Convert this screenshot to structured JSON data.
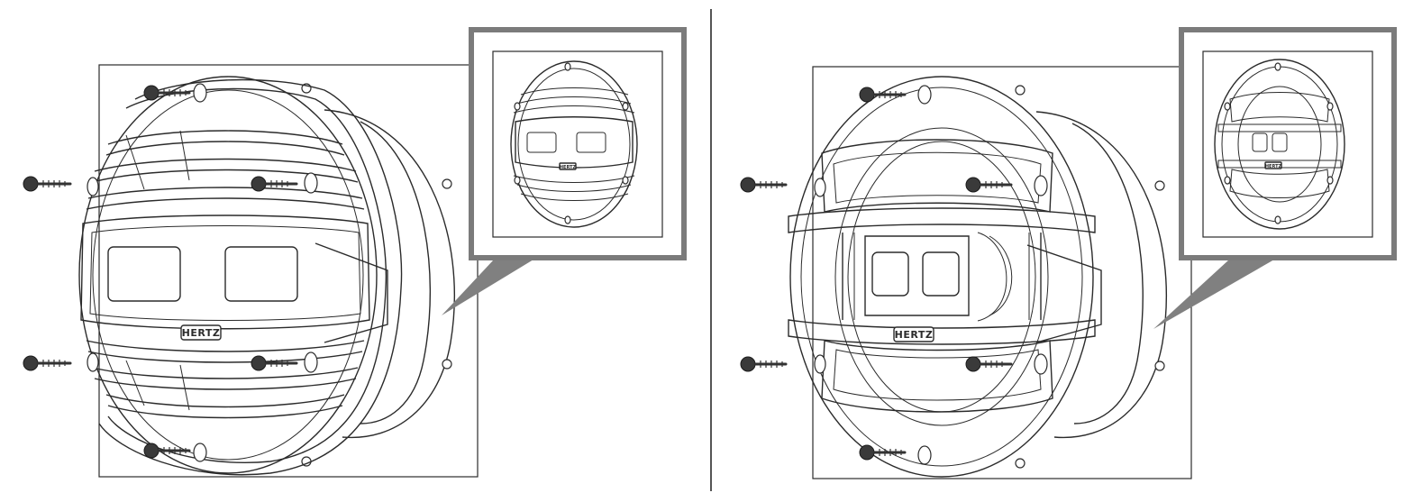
{
  "figure": {
    "panels": [
      {
        "id": "left",
        "variant": "louvered-grille",
        "brand_label": "HERTZ",
        "screw_count": 6
      },
      {
        "id": "right",
        "variant": "sport-grille",
        "brand_label": "HERTZ",
        "screw_count": 6
      }
    ],
    "colors": {
      "line": "#2b2b2b",
      "callout_frame": "#7b7b7b",
      "background": "#ffffff"
    }
  }
}
